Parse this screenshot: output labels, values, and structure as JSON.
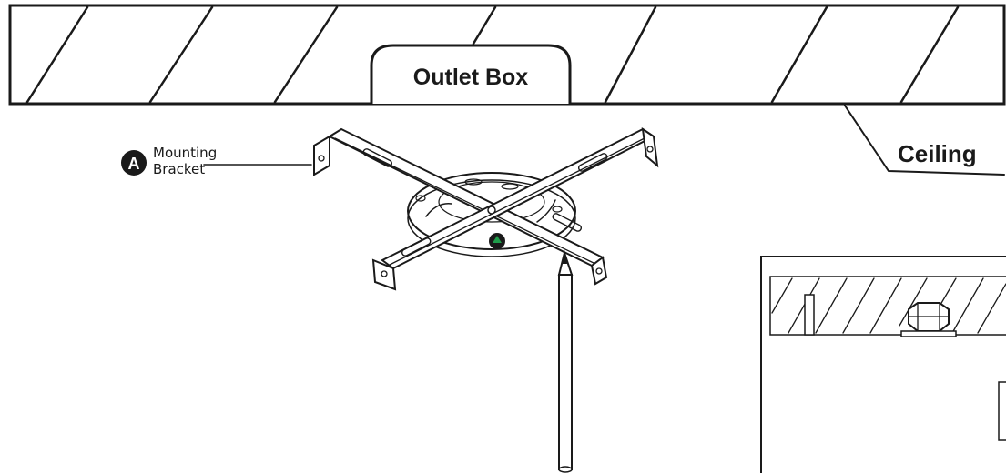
{
  "labels": {
    "outlet_box": "Outlet Box",
    "ceiling": "Ceiling",
    "callout_letter": "A",
    "callout_line1": "Mounting",
    "callout_line2": "Bracket"
  },
  "colors": {
    "ink": "#1a1a1a",
    "background": "#ffffff",
    "screw_accent": "#1f9d4a",
    "callout_badge": "#1a1a1a"
  },
  "icons": {
    "pencil": "pencil-icon",
    "screw": "screw-icon"
  }
}
